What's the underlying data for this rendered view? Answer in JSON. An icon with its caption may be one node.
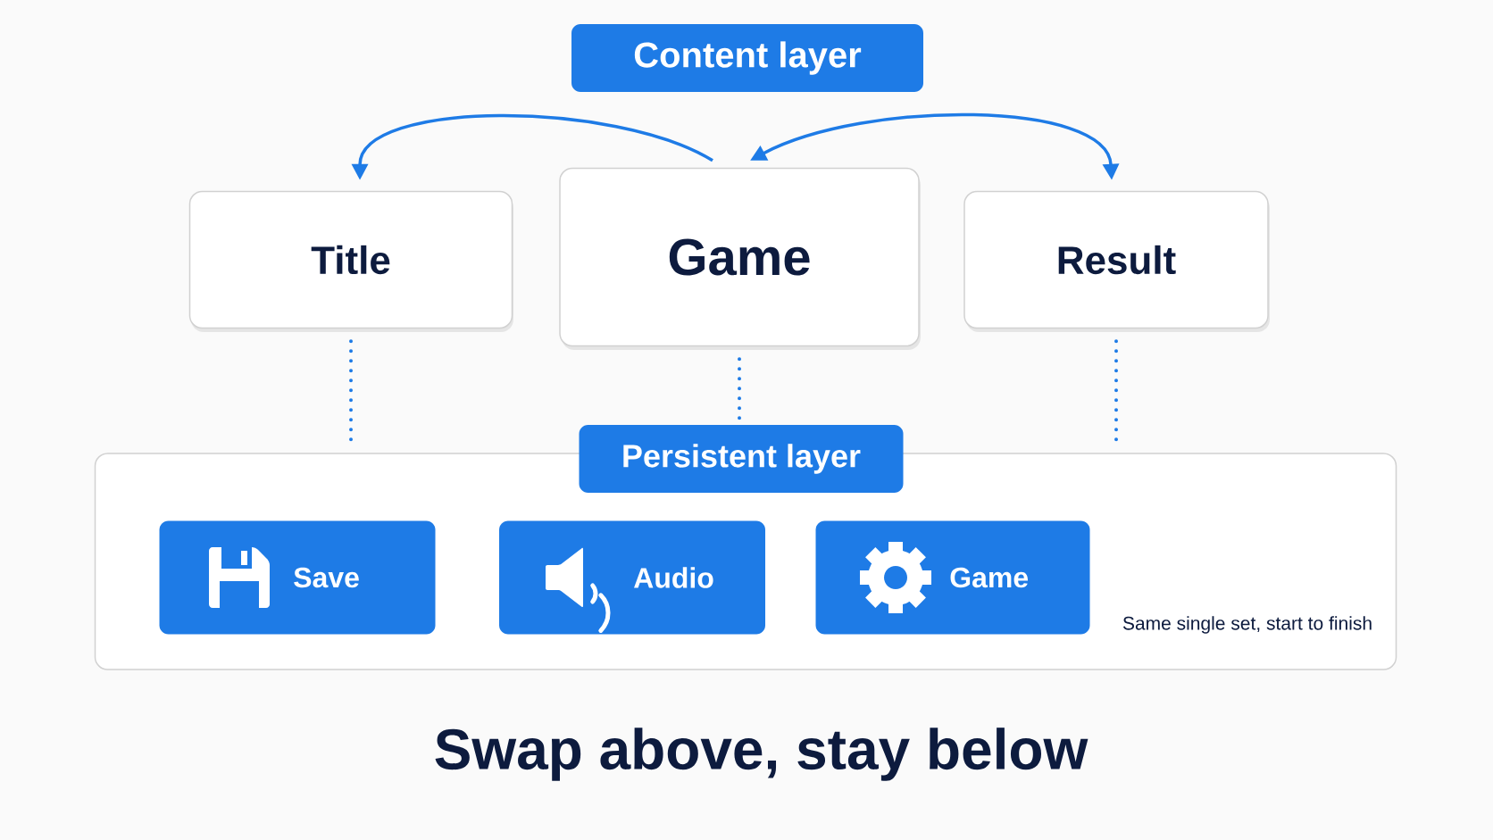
{
  "diagram": {
    "caption": "Swap above, stay below",
    "nodes": [
      {
        "text": [
          "Content layer"
        ]
      },
      {
        "text": [
          "Title"
        ]
      },
      {
        "text": [
          "Game"
        ]
      },
      {
        "text": [
          "Result"
        ]
      },
      {
        "text": [
          "Persistent layer"
        ]
      },
      {
        "text": [
          "Same single set, start to finish"
        ]
      },
      {
        "text": [
          "Save"
        ],
        "in": 5
      },
      {
        "text": [
          "Audio"
        ],
        "in": 5
      },
      {
        "text": [
          "Game"
        ],
        "in": 5
      }
    ],
    "edges": [
      {
        "from": 2,
        "to": 1,
        "arrow": "to"
      },
      {
        "from": 2,
        "to": 3,
        "arrow": "both"
      },
      {
        "from": 1,
        "to": 5,
        "arrow": "none",
        "style": "dashed"
      },
      {
        "from": 2,
        "to": 4,
        "arrow": "none",
        "style": "dashed"
      },
      {
        "from": 3,
        "to": 5,
        "arrow": "none",
        "style": "dashed"
      }
    ]
  }
}
